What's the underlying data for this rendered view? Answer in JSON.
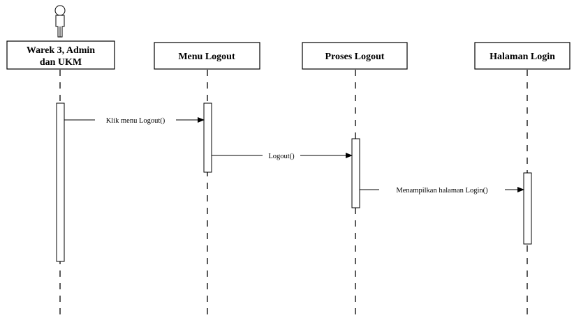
{
  "participants": [
    {
      "id": "actor",
      "kind": "actor",
      "label_lines": [
        "Warek 3, Admin",
        "dan UKM"
      ]
    },
    {
      "id": "menu-logout",
      "kind": "object",
      "label_lines": [
        "Menu Logout"
      ]
    },
    {
      "id": "proses-logout",
      "kind": "object",
      "label_lines": [
        "Proses Logout"
      ]
    },
    {
      "id": "halaman-login",
      "kind": "object",
      "label_lines": [
        "Halaman Login"
      ]
    }
  ],
  "messages": [
    {
      "from": "actor",
      "to": "menu-logout",
      "label": "Klik menu Logout()"
    },
    {
      "from": "menu-logout",
      "to": "proses-logout",
      "label": "Logout()"
    },
    {
      "from": "proses-logout",
      "to": "halaman-login",
      "label": "Menampilkan halaman Login()"
    }
  ],
  "icons": {
    "actor": "person-icon"
  },
  "colors": {
    "line": "#000000",
    "background": "#ffffff"
  }
}
